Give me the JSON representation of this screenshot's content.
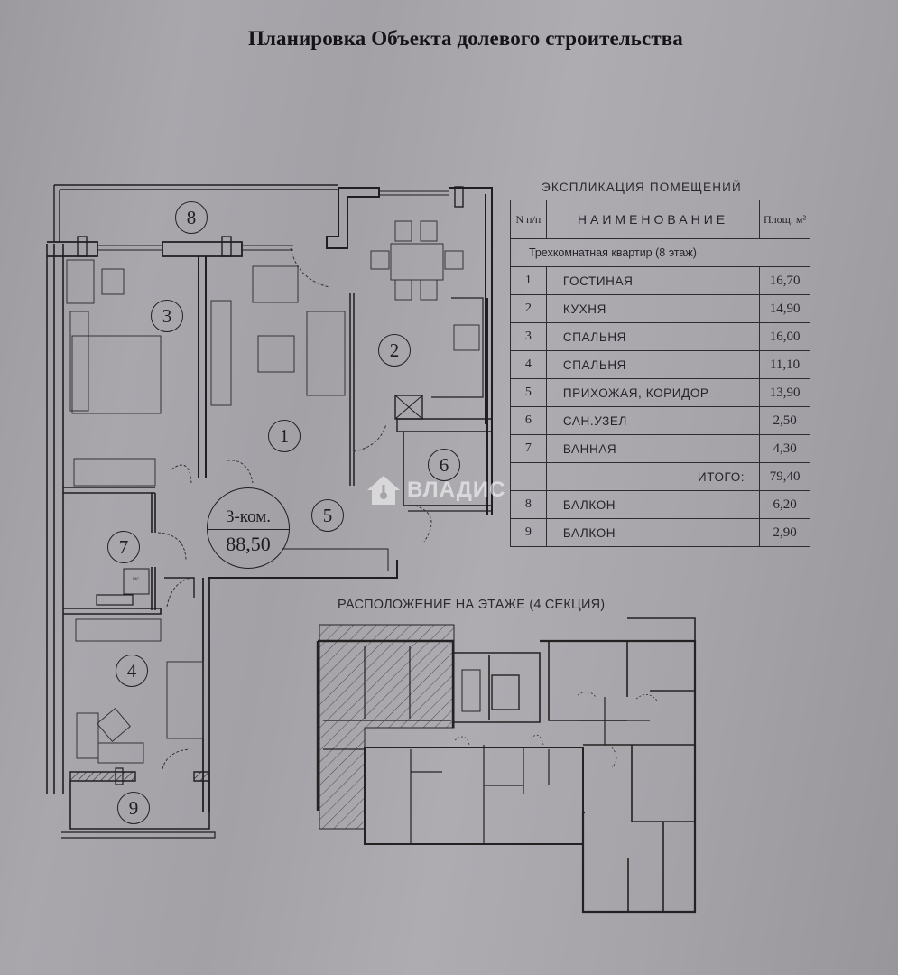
{
  "document": {
    "title": "Планировка Объекта долевого строительства"
  },
  "explication": {
    "caption": "ЭКСПЛИКАЦИЯ ПОМЕЩЕНИЙ",
    "headers": {
      "num": "N п/п",
      "name": "НАИМЕНОВАНИЕ",
      "area": "Площ. м²"
    },
    "subtitle": "Трехкомнатная квартир         (8 этаж)",
    "rows": [
      {
        "num": "1",
        "name": "ГОСТИНАЯ",
        "area": "16,70"
      },
      {
        "num": "2",
        "name": "КУХНЯ",
        "area": "14,90"
      },
      {
        "num": "3",
        "name": "СПАЛЬНЯ",
        "area": "16,00"
      },
      {
        "num": "4",
        "name": "СПАЛЬНЯ",
        "area": "11,10"
      },
      {
        "num": "5",
        "name": "ПРИХОЖАЯ, КОРИДОР",
        "area": "13,90"
      },
      {
        "num": "6",
        "name": "САН.УЗЕЛ",
        "area": "2,50"
      },
      {
        "num": "7",
        "name": "ВАННАЯ",
        "area": "4,30"
      }
    ],
    "total": {
      "label": "ИТОГО:",
      "area": "79,40"
    },
    "balconies": [
      {
        "num": "8",
        "name": "БАЛКОН",
        "area": "6,20"
      },
      {
        "num": "9",
        "name": "БАЛКОН",
        "area": "2,90"
      }
    ]
  },
  "plan": {
    "apartment_type": "3-ком.",
    "apartment_total_area": "88,50",
    "room_callouts": [
      "1",
      "2",
      "3",
      "4",
      "5",
      "6",
      "7",
      "8",
      "9"
    ],
    "ws_label": "мс"
  },
  "floor_location": {
    "caption": "РАСПОЛОЖЕНИЕ НА ЭТАЖЕ (4 СЕКЦИЯ)"
  },
  "watermark": {
    "text": "ВЛАДИС",
    "icon": "house-key-logo-icon"
  },
  "colors": {
    "paper": "#a6a4a9",
    "ink": "#1d1c20",
    "watermark": "#ffffff"
  }
}
